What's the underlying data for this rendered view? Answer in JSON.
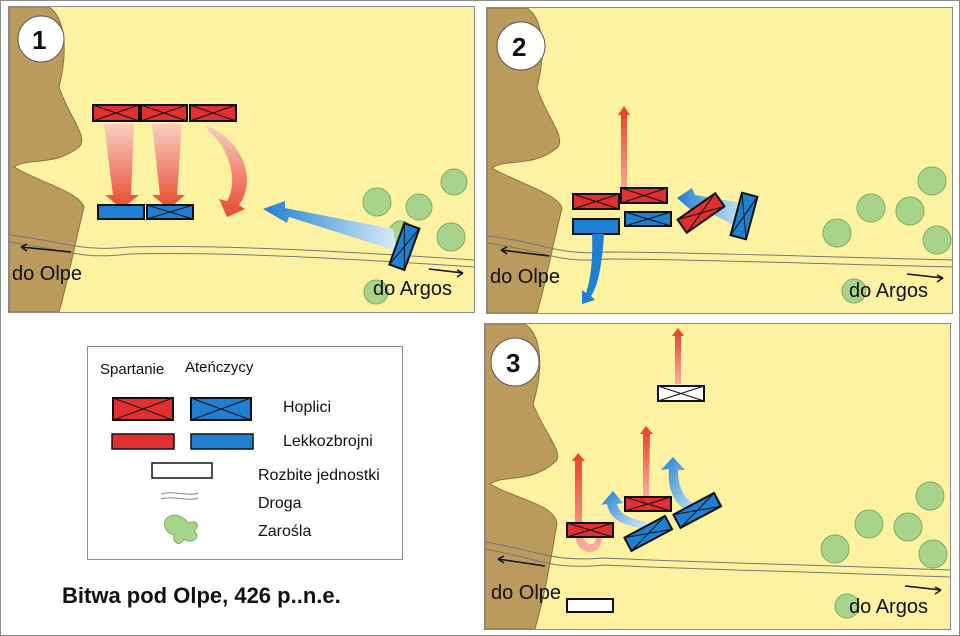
{
  "title": "Bitwa pod Olpe, 426 p..n.e.",
  "colors": {
    "spartan": "#e03030",
    "athenian": "#1f7fd0",
    "terrain_hill": "#bb9a5e",
    "ground": "#fcf2a2",
    "bush": "#a8d38a"
  },
  "panels": [
    {
      "number": "1",
      "label_west": "do Olpe",
      "label_east": "do Argos"
    },
    {
      "number": "2",
      "label_west": "do Olpe",
      "label_east": "do Argos"
    },
    {
      "number": "3",
      "label_west": "do Olpe",
      "label_east": "do Argos"
    }
  ],
  "legend": {
    "side_spartans": "Spartanie",
    "side_athenians": "Ateńczycy",
    "items": [
      {
        "symbol": "hoplite-unit",
        "label": "Hoplici"
      },
      {
        "symbol": "light-infantry-unit",
        "label": "Lekkozbrojni"
      },
      {
        "symbol": "routed-unit",
        "label": "Rozbite jednostki"
      },
      {
        "symbol": "road",
        "label": "Droga"
      },
      {
        "symbol": "bush",
        "label": "Zarośla"
      }
    ]
  }
}
